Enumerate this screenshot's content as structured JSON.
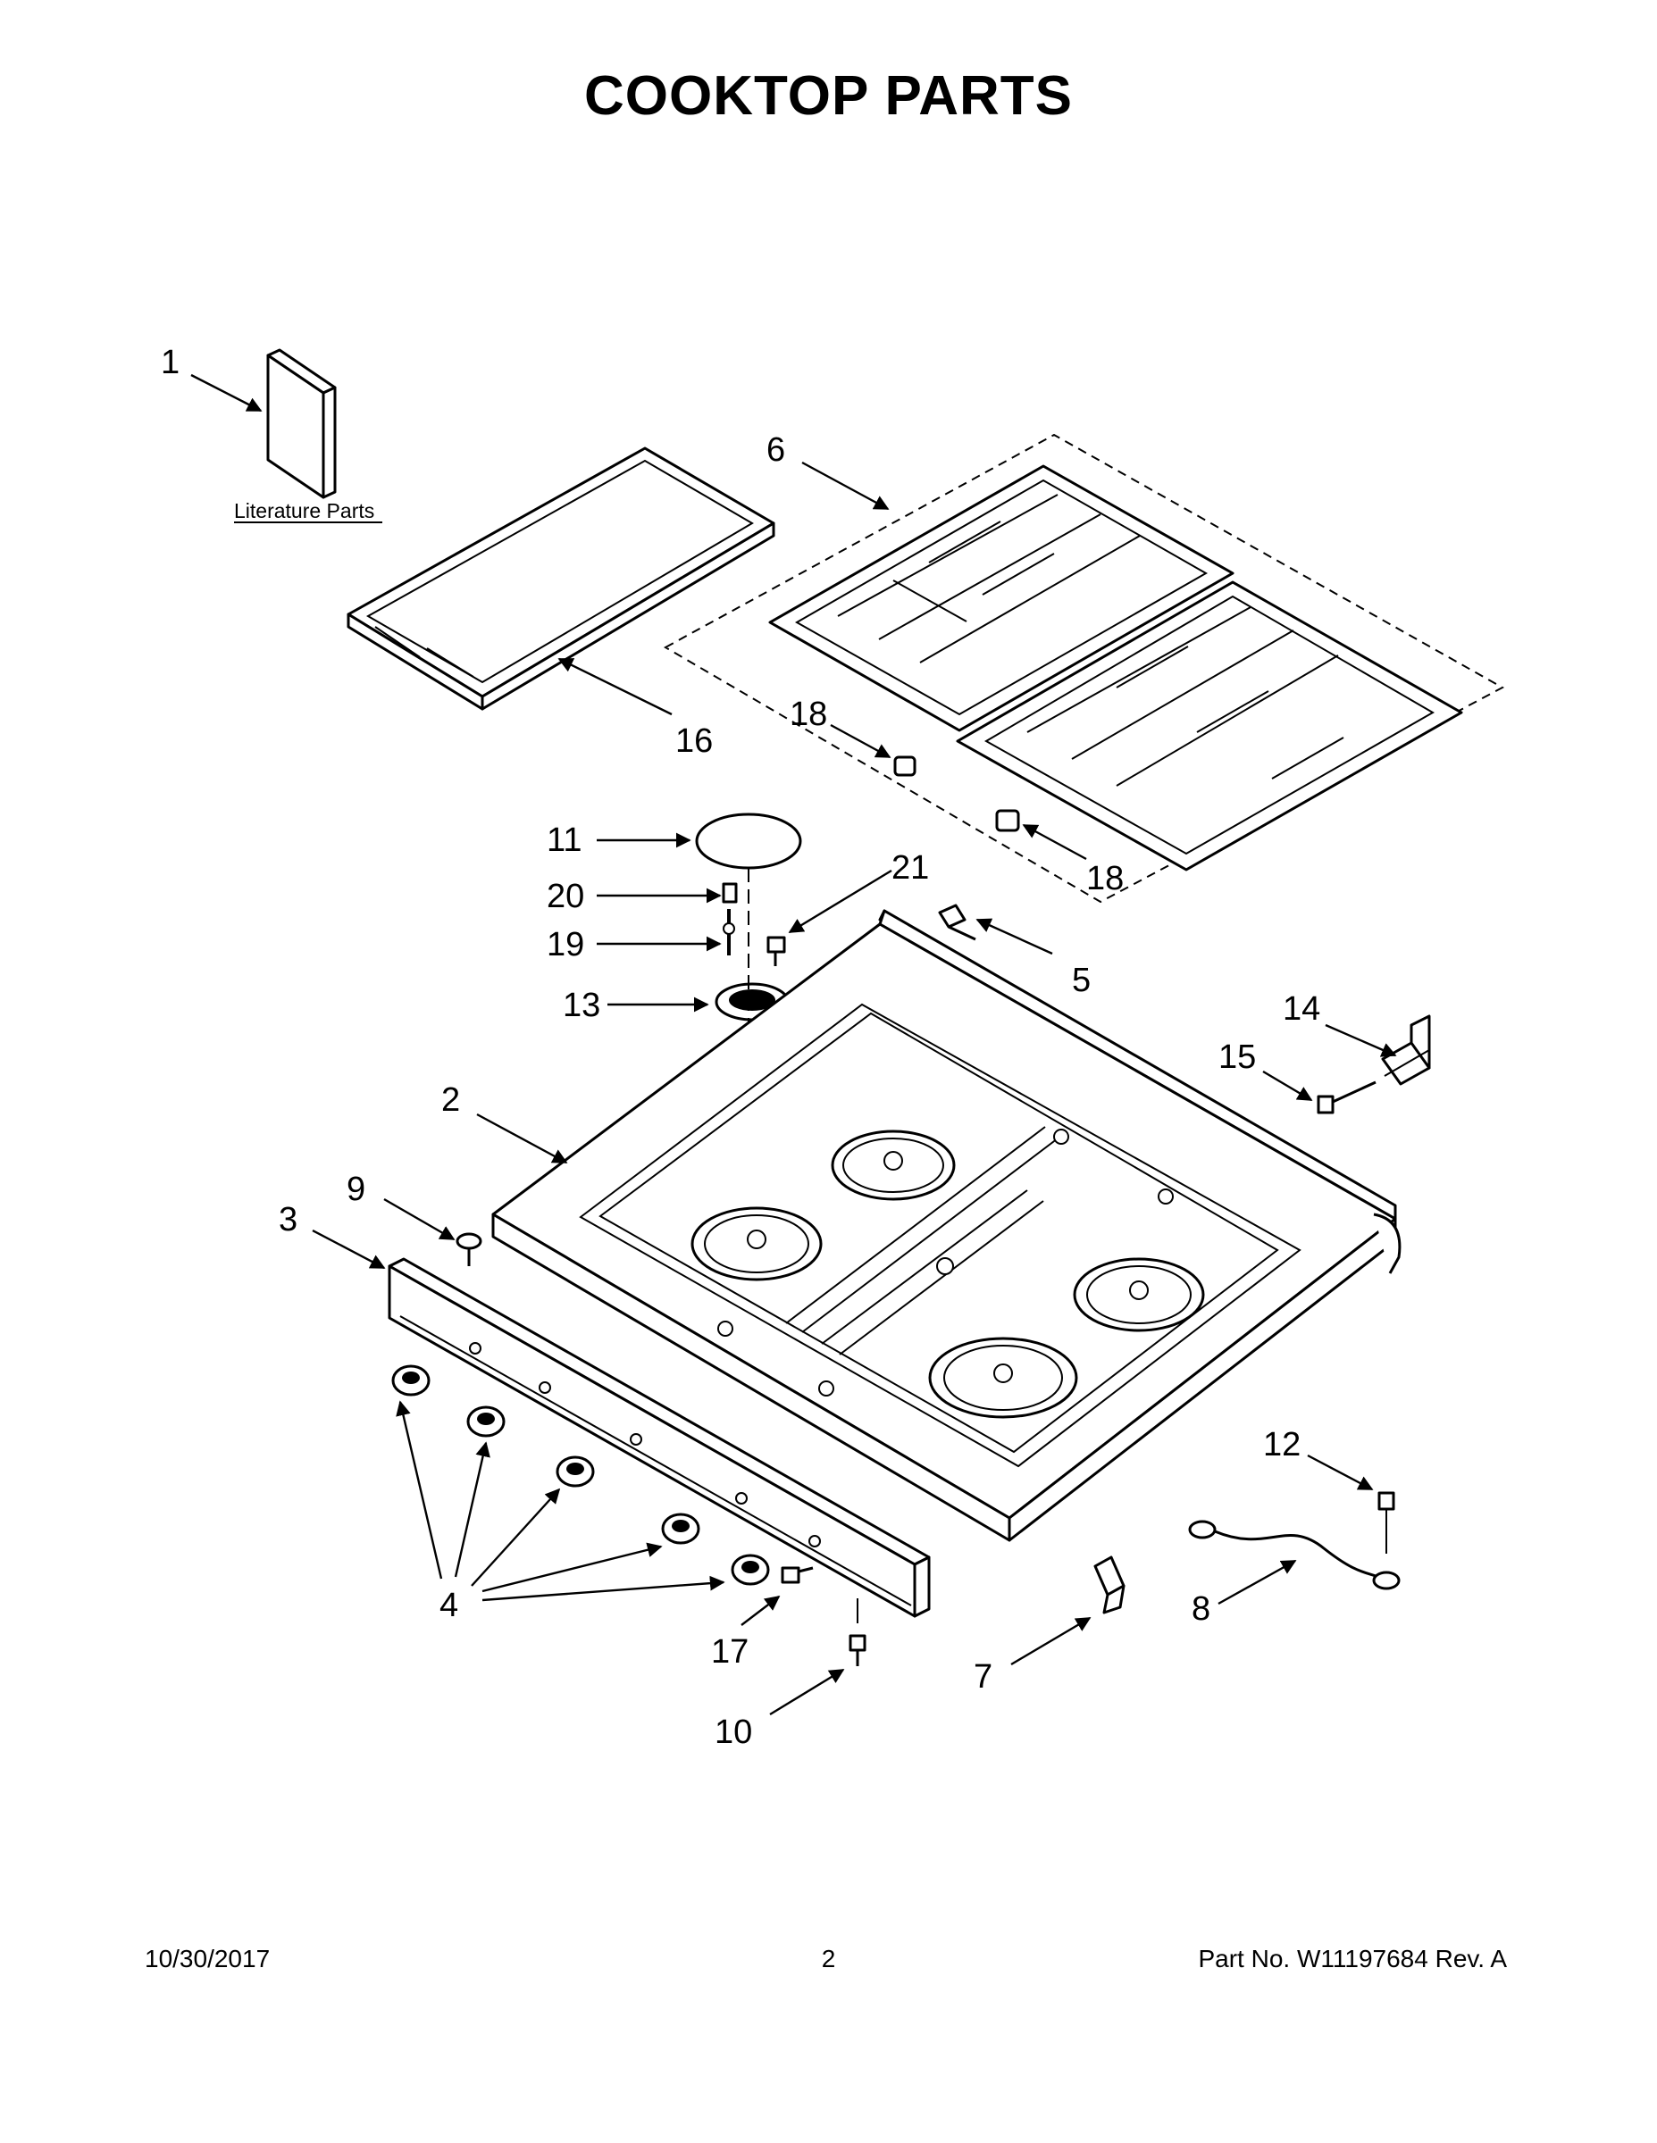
{
  "title": "COOKTOP PARTS",
  "literature_label": "Literature Parts",
  "callouts": {
    "c1": "1",
    "c2": "2",
    "c3": "3",
    "c4": "4",
    "c5": "5",
    "c6": "6",
    "c7": "7",
    "c8": "8",
    "c9": "9",
    "c10": "10",
    "c11": "11",
    "c12": "12",
    "c13": "13",
    "c14": "14",
    "c15": "15",
    "c16": "16",
    "c17": "17",
    "c18": "18",
    "c19": "19",
    "c20": "20",
    "c21": "21"
  },
  "footer": {
    "date": "10/30/2017",
    "page": "2",
    "part": "Part No.  W11197684  Rev.  A"
  }
}
